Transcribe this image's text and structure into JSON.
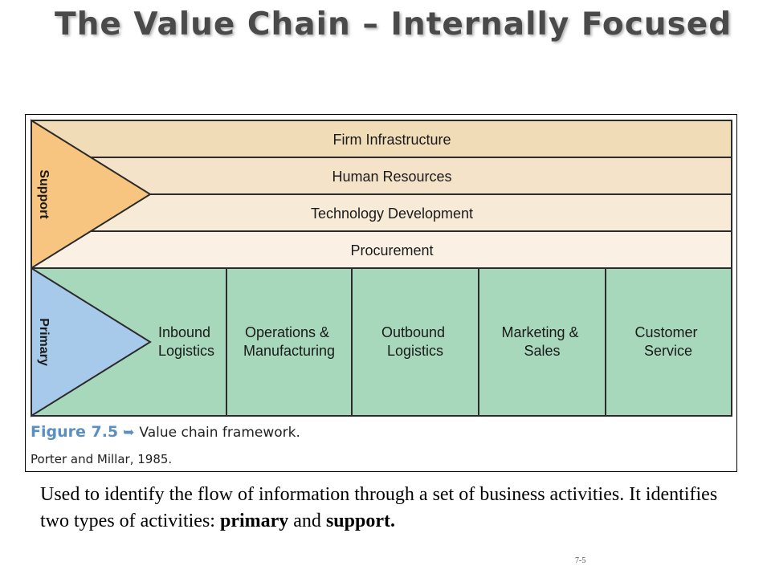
{
  "slide": {
    "title": "The Value Chain – Internally Focused",
    "slide_number": "7-5"
  },
  "diagram": {
    "support_label": "Support",
    "primary_label": "Primary",
    "support_rows": [
      "Firm Infrastructure",
      "Human Resources",
      "Technology Development",
      "Procurement"
    ],
    "primary_columns": [
      [
        "Inbound",
        "Logistics"
      ],
      [
        "Operations &",
        "Manufacturing"
      ],
      [
        "Outbound",
        "Logistics"
      ],
      [
        "Marketing &",
        "Sales"
      ],
      [
        "Customer",
        "Service"
      ]
    ],
    "colors": {
      "support_triangle": "#f7c57f",
      "primary_triangle": "#a7c9ea",
      "primary_cells": "#a8d8bc",
      "support_rows": [
        "#f1dcb8",
        "#f4e3c8",
        "#f7ead6",
        "#faf1e4"
      ],
      "border": "#2b2b2b"
    }
  },
  "caption": {
    "figure_number": "Figure 7.5",
    "arrow": "➥",
    "text": "Value chain framework.",
    "source": "Porter and Millar, 1985."
  },
  "body": {
    "text_start": "Used to identify the flow of information through a set of business activities. It identifies two types of activities: ",
    "primary_word": "primary",
    "middle": " and ",
    "support_word": "support."
  }
}
